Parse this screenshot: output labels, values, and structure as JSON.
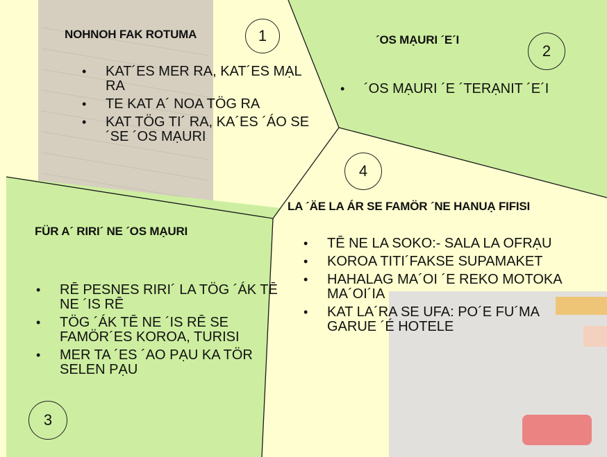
{
  "palette": {
    "background": "#fefed0",
    "panel_green": "#cdeea0",
    "divider": "#1a1a1a"
  },
  "sections": {
    "s1": {
      "number": "1",
      "heading": "NOHNOH FAK ROTUMA",
      "items": [
        "KAT´ES MER RA, KAT´ES MẠL RA",
        "TE KAT A´ NOA TÖG RA",
        "KAT TÖG TI´ RA, KA´ES ´ÁO SE´SE ´OS MẠURI"
      ]
    },
    "s2": {
      "number": "2",
      "heading": "´OS MẠURI ´E´I",
      "items": [
        "´OS MẠURI ´E ´TERẠNIT ´E´I"
      ]
    },
    "s3": {
      "number": "3",
      "heading": "FÜR A´ RIRI´ NE ´OS MẠURI",
      "items": [
        "RĒ PESNES RIRI´ LA TÖG ´ÁK TĒ NE ´IS RĒ",
        "TÖG ´ÁK TĒ NE ´IS RĒ SE FAMÖR´ES KOROA, TURISI",
        "MER TA ´ES ´AO PẠU KA TÖR SELEN PẠU"
      ]
    },
    "s4": {
      "number": "4",
      "heading": "LA ´ÄE LA ÁR SE FAMÖR ´NE HANUẠ FIFISI",
      "items": [
        "TĒ NE LA SOKO:- SALA LA OFRẠU",
        "KOROA TITI´FAKSE SUPAMAKET",
        "HAHALAG MA´OI ´E REKO MOTOKA MA´OI´IA",
        "KAT LA´RA SE UFA: PO´E FU´MA GARUE ´É HOTELE"
      ]
    }
  }
}
